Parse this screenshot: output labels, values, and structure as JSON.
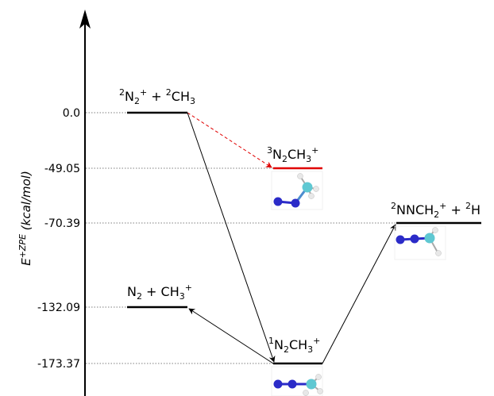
{
  "diagram": {
    "y_axis_label": {
      "base": "E",
      "superscript": "+ZPE",
      "unit": " (kcal/mol)"
    },
    "levels": [
      {
        "id": "reactants",
        "energy": "0.0",
        "color": "#000000",
        "label": [
          {
            "t": "2",
            "s": "sup"
          },
          {
            "t": "N",
            "s": ""
          },
          {
            "t": "2",
            "s": "sub"
          },
          {
            "t": "+",
            "s": "sup"
          },
          {
            "t": " + ",
            "s": ""
          },
          {
            "t": "2",
            "s": "sup"
          },
          {
            "t": "CH",
            "s": ""
          },
          {
            "t": "3",
            "s": "sub"
          }
        ]
      },
      {
        "id": "triplet-complex",
        "energy": "-49.05",
        "color": "#e00000",
        "label": [
          {
            "t": "3",
            "s": "sup"
          },
          {
            "t": "N",
            "s": ""
          },
          {
            "t": "2",
            "s": "sub"
          },
          {
            "t": "CH",
            "s": ""
          },
          {
            "t": "3",
            "s": "sub"
          },
          {
            "t": "+",
            "s": "sup"
          }
        ]
      },
      {
        "id": "nncH2-products",
        "energy": "-70.39",
        "color": "#000000",
        "label": [
          {
            "t": "2",
            "s": "sup"
          },
          {
            "t": "NNCH",
            "s": ""
          },
          {
            "t": "2",
            "s": "sub"
          },
          {
            "t": "+",
            "s": "sup"
          },
          {
            "t": " + ",
            "s": ""
          },
          {
            "t": "2",
            "s": "sup"
          },
          {
            "t": "H",
            "s": ""
          }
        ]
      },
      {
        "id": "n2-ch3-products",
        "energy": "-132.09",
        "color": "#000000",
        "label": [
          {
            "t": "N",
            "s": ""
          },
          {
            "t": "2",
            "s": "sub"
          },
          {
            "t": " + CH",
            "s": ""
          },
          {
            "t": "3",
            "s": "sub"
          },
          {
            "t": "+",
            "s": "sup"
          }
        ]
      },
      {
        "id": "singlet-complex",
        "energy": "-173.37",
        "color": "#000000",
        "label": [
          {
            "t": "1",
            "s": "sup"
          },
          {
            "t": "N",
            "s": ""
          },
          {
            "t": "2",
            "s": "sub"
          },
          {
            "t": "CH",
            "s": ""
          },
          {
            "t": "3",
            "s": "sub"
          },
          {
            "t": "+",
            "s": "sup"
          }
        ]
      }
    ],
    "colors": {
      "axis": "#000000",
      "pathway": "#000000",
      "triplet_pathway": "#e00000",
      "nitrogen_atom": "#2b2bc8",
      "carbon_atom": "#5fc8d2",
      "hydrogen_atom": "#e8e8e8"
    }
  }
}
